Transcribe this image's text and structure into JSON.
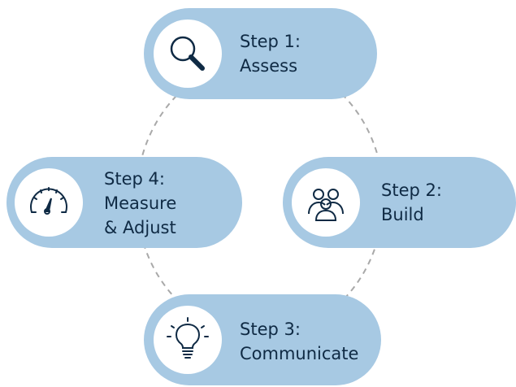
{
  "colors": {
    "pill": "#a7c9e3",
    "icon_bg": "#ffffff",
    "text": "#0f2a44",
    "connector": "#a9a9a9"
  },
  "steps": [
    {
      "icon": "magnifier-icon",
      "lines": [
        "Step 1:",
        "Assess"
      ]
    },
    {
      "icon": "people-group-icon",
      "lines": [
        "Step 2:",
        "Build"
      ]
    },
    {
      "icon": "lightbulb-icon",
      "lines": [
        "Step 3:",
        "Communicate"
      ]
    },
    {
      "icon": "speedometer-icon",
      "lines": [
        "Step 4:",
        "Measure",
        "& Adjust"
      ]
    }
  ]
}
